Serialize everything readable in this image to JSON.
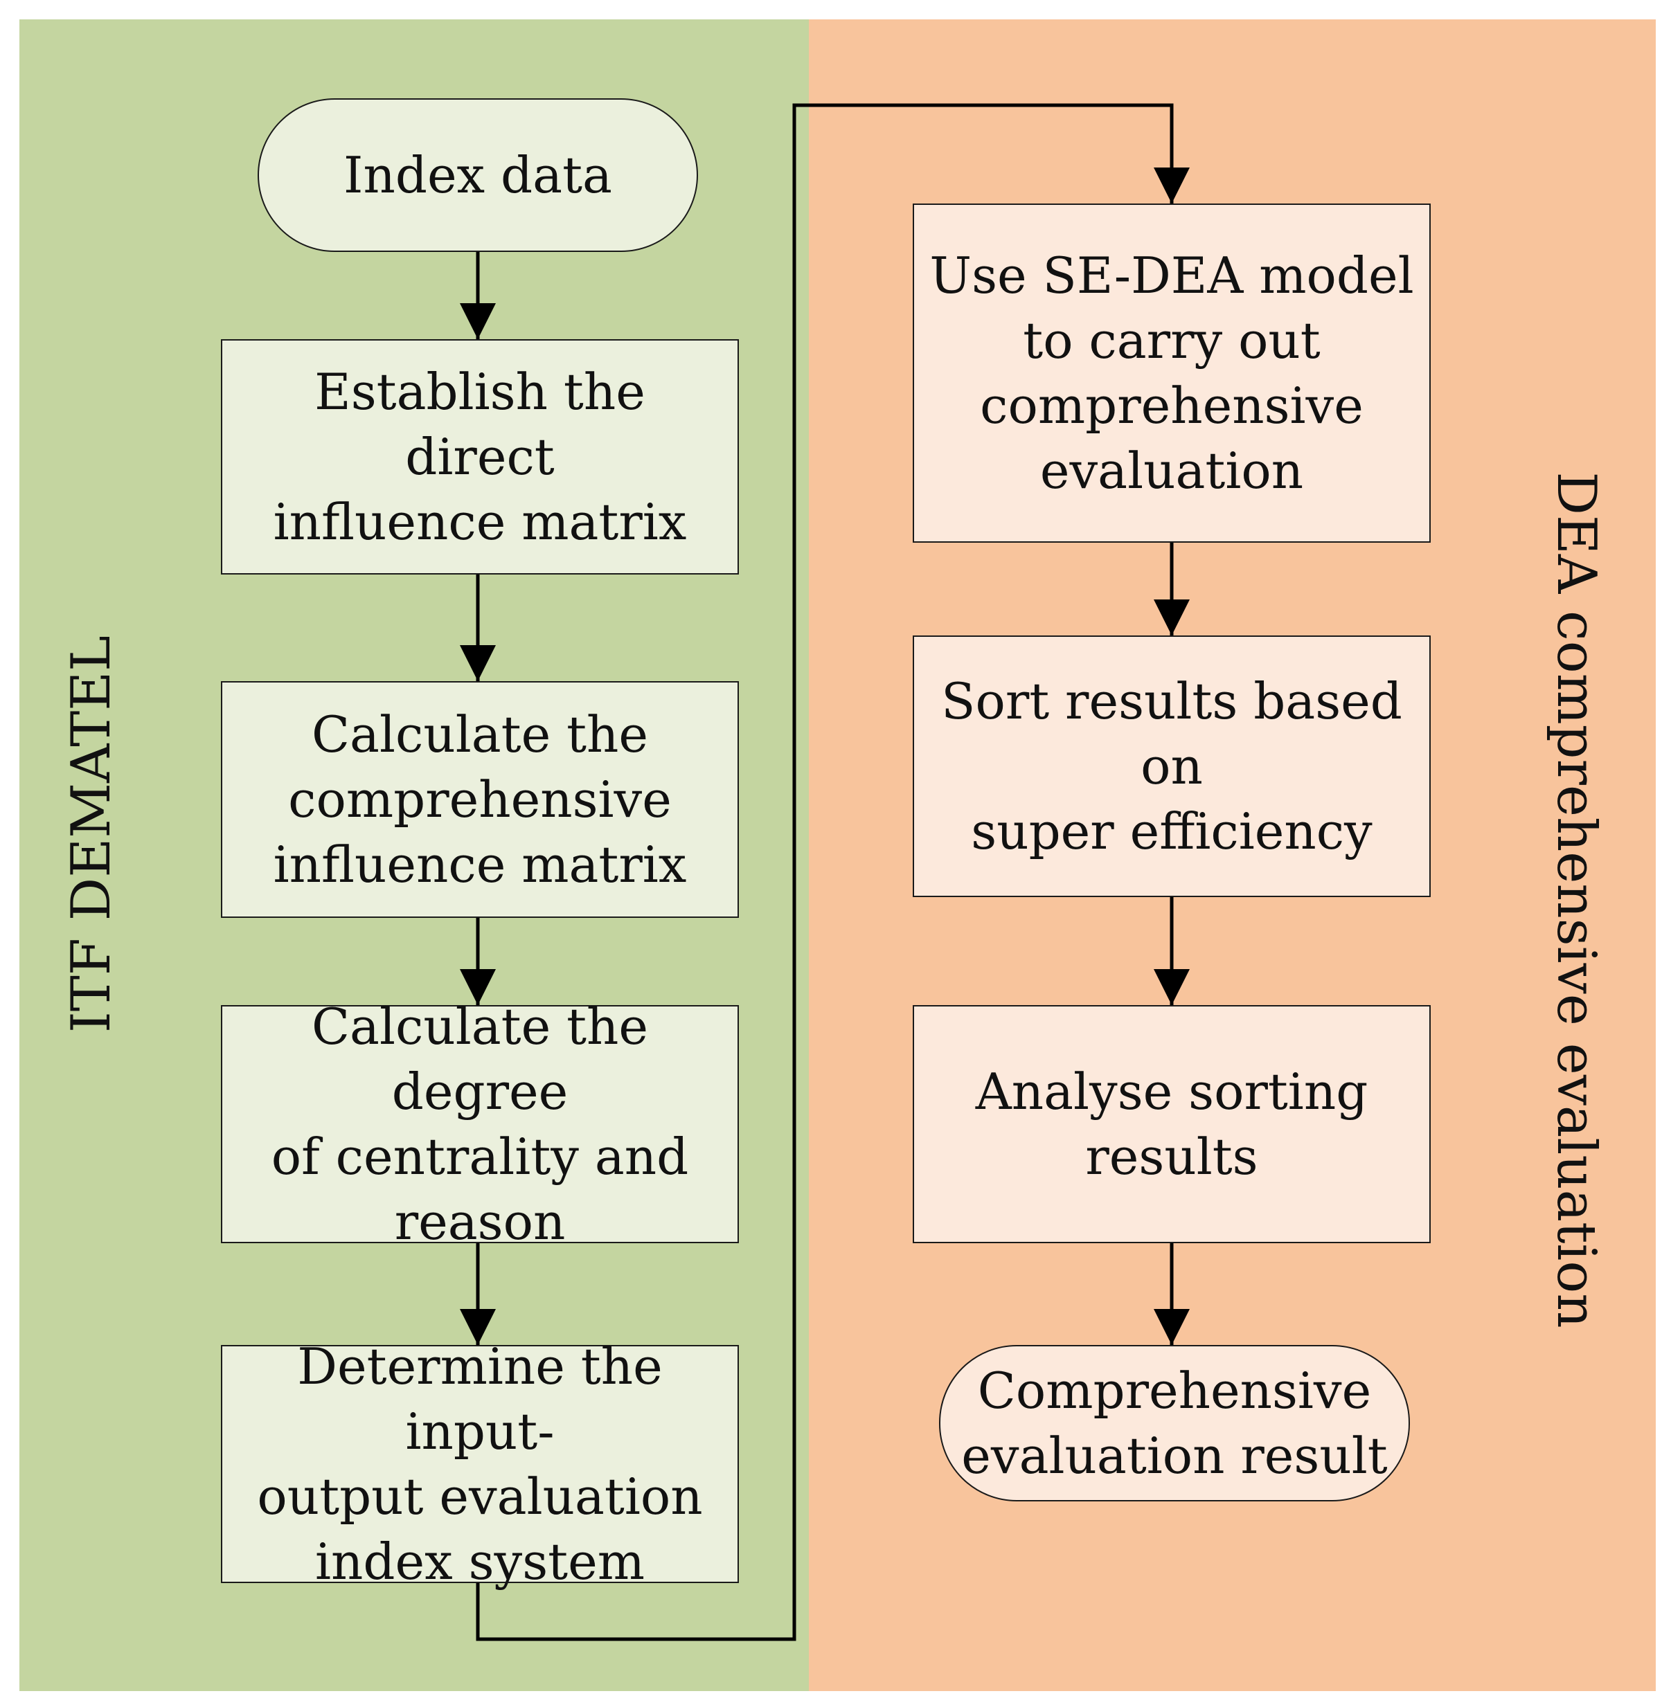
{
  "panels": {
    "left_label": "ITF DEMATEL",
    "right_label": "DEA comprehensive evaluation"
  },
  "colors": {
    "left_panel": "#c4d5a0",
    "right_panel": "#f8c49c",
    "left_box": "#ebf0dd",
    "right_box": "#fce9dc",
    "stroke": "#1a1a1a"
  },
  "left_steps": {
    "index_data": [
      "Index data"
    ],
    "direct_matrix": [
      "Establish the direct",
      "influence matrix"
    ],
    "comprehensive_matrix": [
      "Calculate the",
      "comprehensive",
      "influence matrix"
    ],
    "centrality": [
      "Calculate the degree",
      "of centrality and",
      "reason"
    ],
    "index_system": [
      "Determine the input-",
      "output evaluation",
      "index system"
    ]
  },
  "right_steps": {
    "se_dea": [
      "Use SE-DEA model",
      "to carry out",
      "comprehensive",
      "evaluation"
    ],
    "sort_results": [
      "Sort results based on",
      "super efficiency"
    ],
    "analyse": [
      "Analyse sorting",
      "results"
    ],
    "final_result": [
      "Comprehensive",
      "evaluation result"
    ]
  }
}
